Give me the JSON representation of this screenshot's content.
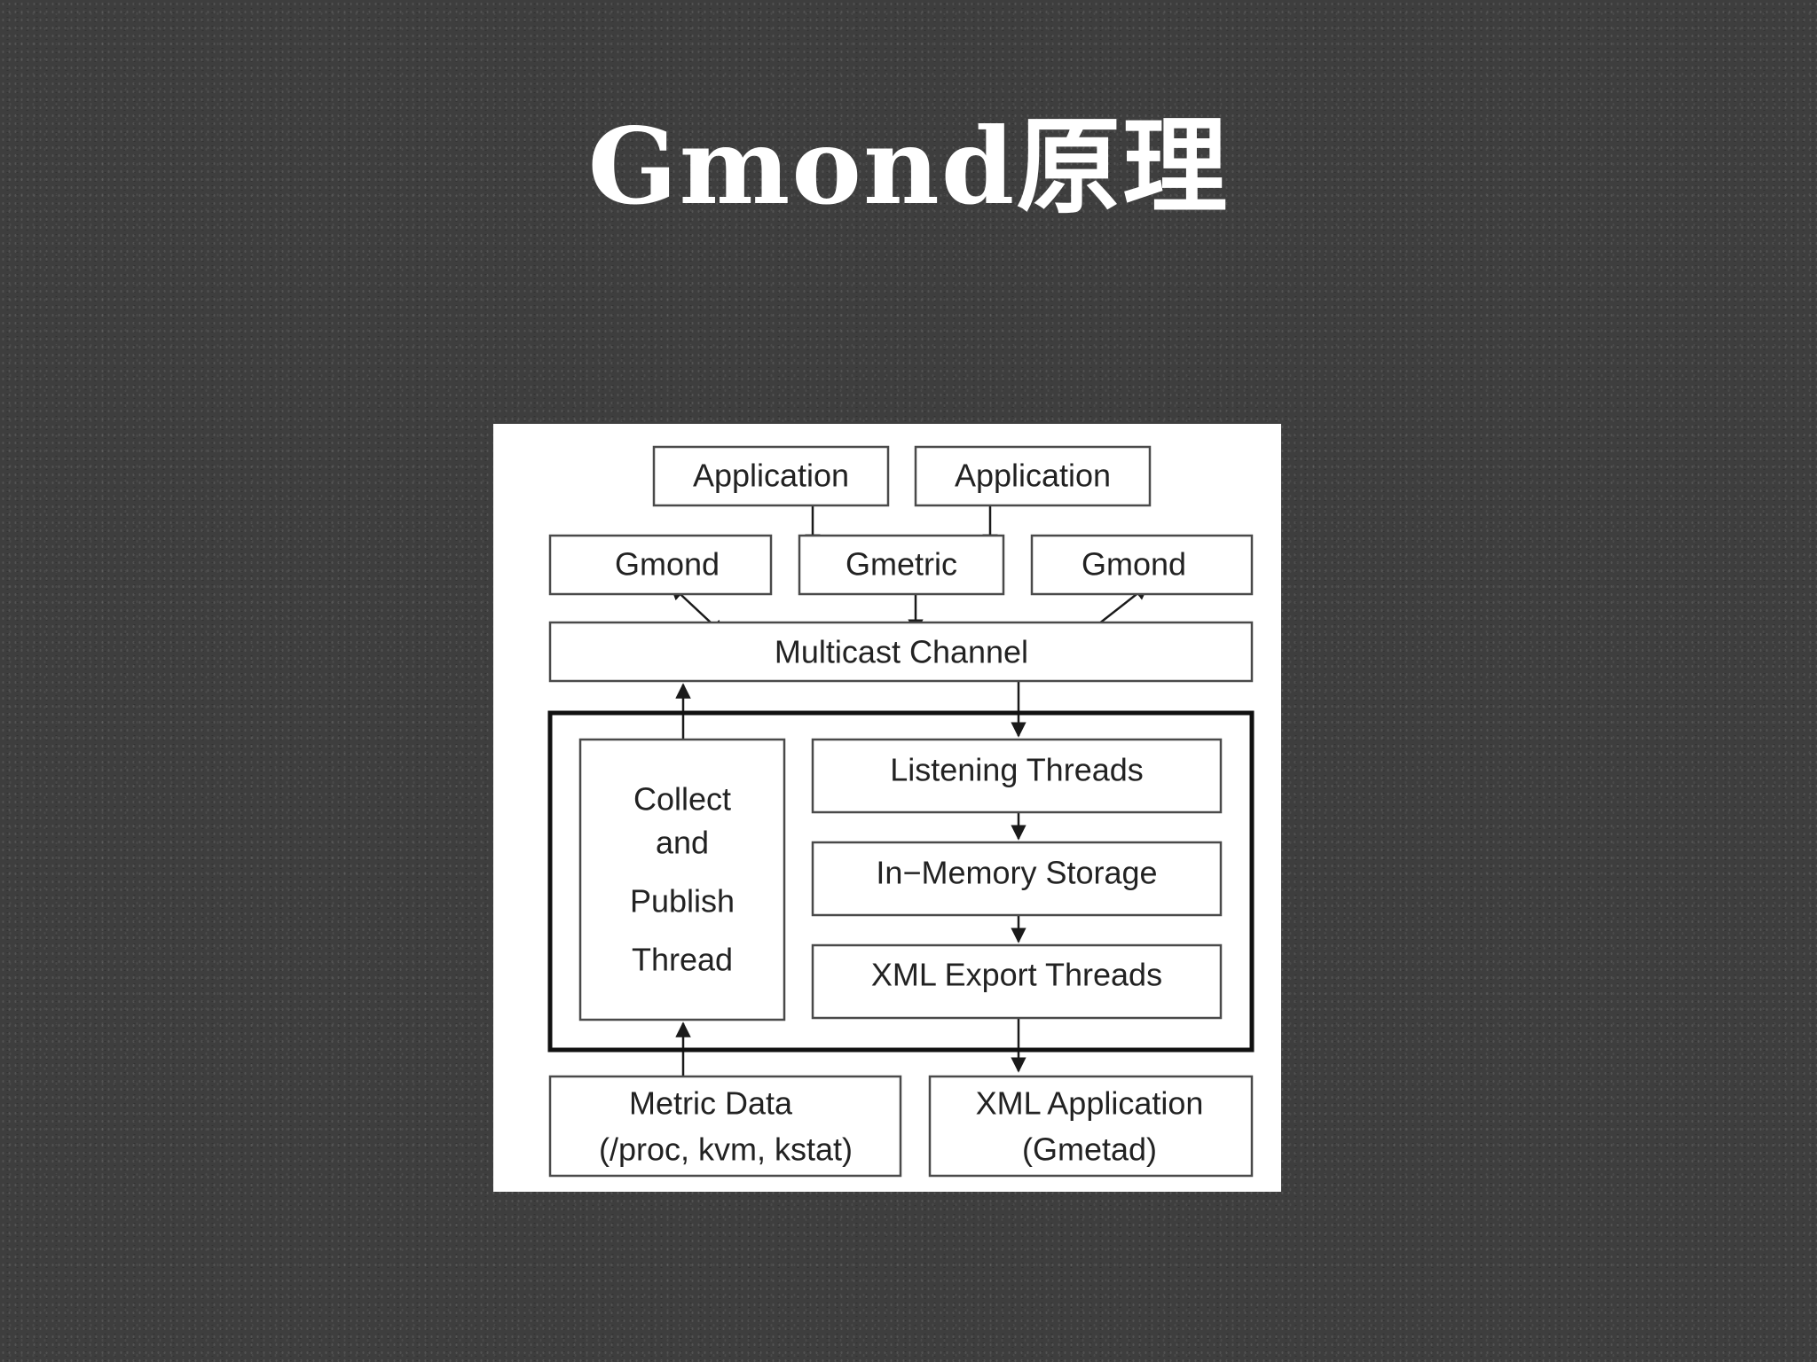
{
  "slide": {
    "title": "Gmond原理"
  },
  "diagram": {
    "nodes": {
      "app1": "Application",
      "app2": "Application",
      "gmond_left": "Gmond",
      "gmetric": "Gmetric",
      "gmond_right": "Gmond",
      "multicast": "Multicast Channel",
      "collect": [
        "Collect",
        "and",
        "Publish",
        "Thread"
      ],
      "listening": "Listening Threads",
      "memory": "In−Memory Storage",
      "xml_export": "XML Export Threads",
      "metric_data": [
        "Metric Data",
        "(/proc, kvm, kstat)"
      ],
      "xml_app": [
        "XML Application",
        "(Gmetad)"
      ]
    },
    "edges": [
      {
        "from": "app1",
        "to": "gmetric",
        "direction": "forward"
      },
      {
        "from": "app2",
        "to": "gmetric",
        "direction": "forward"
      },
      {
        "from": "gmetric",
        "to": "multicast",
        "direction": "forward"
      },
      {
        "from": "gmond_left",
        "to": "multicast",
        "direction": "both"
      },
      {
        "from": "gmond_right",
        "to": "multicast",
        "direction": "both"
      },
      {
        "from": "collect",
        "to": "multicast",
        "direction": "forward"
      },
      {
        "from": "multicast",
        "to": "listening",
        "direction": "forward"
      },
      {
        "from": "listening",
        "to": "memory",
        "direction": "forward"
      },
      {
        "from": "memory",
        "to": "xml_export",
        "direction": "forward"
      },
      {
        "from": "xml_export",
        "to": "xml_app",
        "direction": "forward"
      },
      {
        "from": "metric_data",
        "to": "collect",
        "direction": "forward"
      }
    ]
  }
}
